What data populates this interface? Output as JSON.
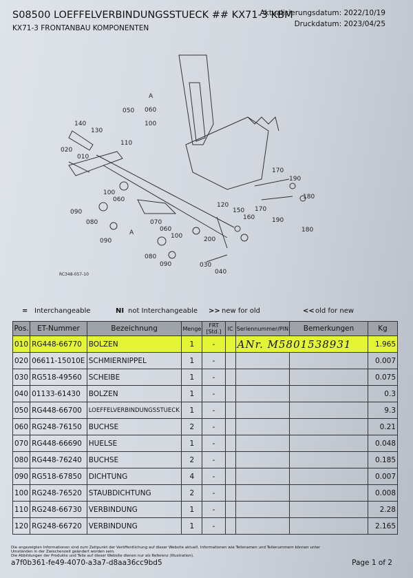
{
  "header": {
    "title": "S08500 LOEFFELVERBINDUNGSSTUECK ## KX71-3 KBM",
    "subtitle": "KX71-3 FRONTANBAU KOMPONENTEN",
    "updated": "Aktualisierungsdatum: 2022/10/19",
    "printed": "Druckdatum: 2023/04/25"
  },
  "diagram": {
    "code": "RC348-057-10",
    "labels": [
      "140",
      "130",
      "020",
      "010",
      "110",
      "050",
      "A",
      "060",
      "100",
      "100",
      "060",
      "090",
      "080",
      "090",
      "A",
      "070",
      "060",
      "100",
      "200",
      "080",
      "090",
      "030",
      "040",
      "120",
      "150",
      "160",
      "170",
      "190",
      "180",
      "170",
      "190",
      "180"
    ]
  },
  "legend": {
    "interchangeable": "Interchangeable",
    "not_interchangeable": "not Interchangeable",
    "new_for_old": "new for old",
    "old_for_new": "old for new",
    "sym_eq": "=",
    "sym_ni": "NI",
    "sym_new": ">>",
    "sym_old": "<<"
  },
  "table": {
    "headers": [
      "Pos.",
      "ET-Nummer",
      "Bezeichnung",
      "Menge",
      "FRT [Std.]",
      "IC",
      "Seriennummer/PIN",
      "Bemerkungen",
      "Kg"
    ],
    "rows": [
      {
        "pos": "010",
        "part": "RG448-66770",
        "name": "BOLZEN",
        "qty": "1",
        "frt": "-",
        "note": "ANr. M5801538931",
        "kg": "1.965"
      },
      {
        "pos": "020",
        "part": "06611-15010E",
        "name": "SCHMIERNIPPEL",
        "qty": "1",
        "frt": "-",
        "kg": "0.007"
      },
      {
        "pos": "030",
        "part": "RG518-49560",
        "name": "SCHEIBE",
        "qty": "1",
        "frt": "-",
        "kg": "0.075"
      },
      {
        "pos": "040",
        "part": "01133-61430",
        "name": "BOLZEN",
        "qty": "1",
        "frt": "-",
        "kg": "0.3"
      },
      {
        "pos": "050",
        "part": "RG448-66700",
        "name": "LOEFFELVERBINDUNGSSTUECK",
        "qty": "1",
        "frt": "-",
        "kg": "9.3"
      },
      {
        "pos": "060",
        "part": "RG248-76150",
        "name": "BUCHSE",
        "qty": "2",
        "frt": "-",
        "kg": "0.21"
      },
      {
        "pos": "070",
        "part": "RG448-66690",
        "name": "HUELSE",
        "qty": "1",
        "frt": "-",
        "kg": "0.048"
      },
      {
        "pos": "080",
        "part": "RG448-76240",
        "name": "BUCHSE",
        "qty": "2",
        "frt": "-",
        "kg": "0.185"
      },
      {
        "pos": "090",
        "part": "RG518-67850",
        "name": "DICHTUNG",
        "qty": "4",
        "frt": "-",
        "kg": "0.007"
      },
      {
        "pos": "100",
        "part": "RG248-76520",
        "name": "STAUBDICHTUNG",
        "qty": "2",
        "frt": "-",
        "kg": "0.008"
      },
      {
        "pos": "110",
        "part": "RG248-66730",
        "name": "VERBINDUNG",
        "qty": "1",
        "frt": "-",
        "kg": "2.28"
      },
      {
        "pos": "120",
        "part": "RG248-66720",
        "name": "VERBINDUNG",
        "qty": "1",
        "frt": "-",
        "kg": "2.165"
      }
    ]
  },
  "footer": {
    "disclaimer1": "Die angezeigten Informationen sind zum Zeitpunkt der Veröffentlichung auf dieser Website aktuell. Informationen wie Teilenamen und Teilenummern können unter Umständen in der Zwischenzeit geändert worden sein.",
    "disclaimer2": "Die Abbildungen der Produkte und Teile auf dieser Website dienen nur als Referenz (Illustration).",
    "uuid": "a7f0b361-fe49-4070-a3a7-d8aa36cc9bd5",
    "page": "Page 1 of 2"
  },
  "colors": {
    "highlight": "#e4f535",
    "header_bg": "#9ea3aa"
  }
}
